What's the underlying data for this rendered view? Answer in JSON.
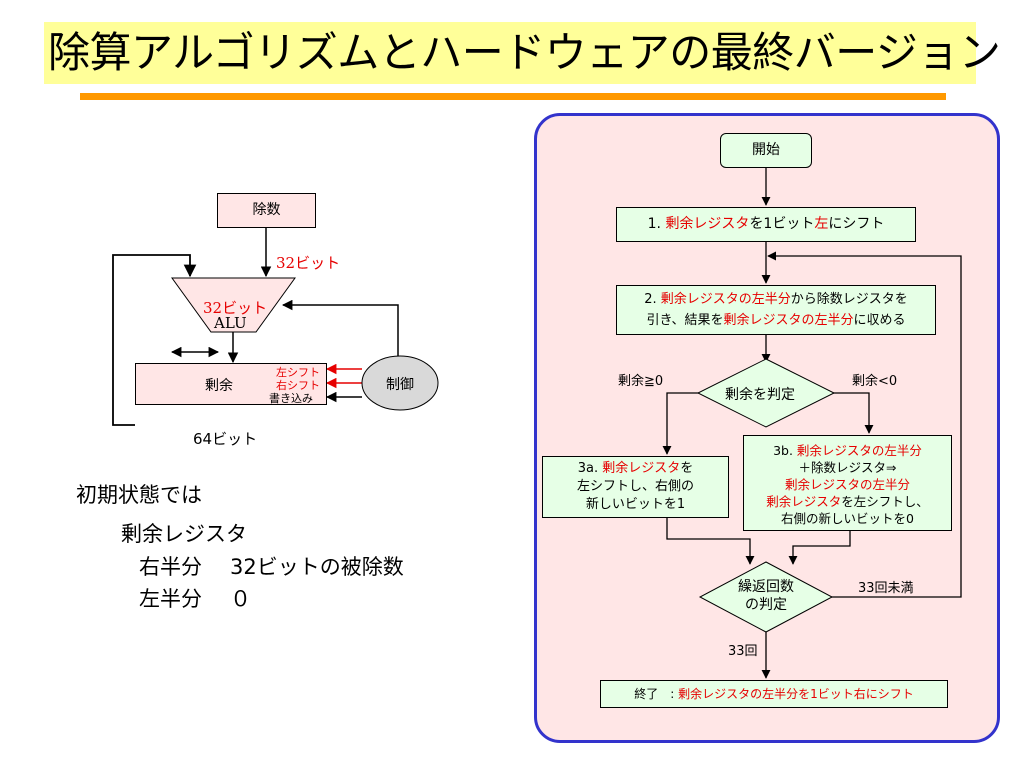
{
  "title": "除算アルゴリズムとハードウェアの最終バージョン",
  "hardware": {
    "divisor_label": "除数",
    "bus_32bit_label": "32ビット",
    "alu_width_label": "32ビット",
    "alu_label": "ALU",
    "remainder_label": "剰余",
    "shift_left_label": "左シフト",
    "shift_right_label": "右シフト",
    "write_label": "書き込み",
    "control_label": "制御",
    "width_64bit_label": "64ビット"
  },
  "initial_state": {
    "heading": "初期状態では",
    "register_label": "剰余レジスタ",
    "right_half_label": "右半分",
    "right_half_value": "32ビットの被除数",
    "left_half_label": "左半分",
    "left_half_value": "０"
  },
  "flowchart": {
    "start": "開始",
    "step1": {
      "num": "1. ",
      "reg": "剰余レジスタ",
      "mid": "を1ビット",
      "dir": "左",
      "tail": "にシフト"
    },
    "step2": {
      "num": "2. ",
      "reg1": "剰余レジスタの左半分",
      "mid1": "から除数レジスタを",
      "line2a": "引き、結果を",
      "reg2": "剰余レジスタの左半分",
      "tail": "に収める"
    },
    "judge": "剰余を判定",
    "cond_ge": "剰余≧0",
    "cond_lt": "剰余<0",
    "step3a": {
      "num": "3a. ",
      "reg": "剰余レジスタ",
      "suffix": "を",
      "line2": "左シフトし、右側の",
      "line3": "新しいビットを1"
    },
    "step3b": {
      "num": "3b. ",
      "reg1": "剰余レジスタの左半分",
      "line2": "＋除数レジスタ⇒",
      "reg2": "剰余レジスタの左半分",
      "reg3": "剰余レジスタ",
      "line4tail": "を左シフトし、",
      "line5": "右側の新しいビットを0"
    },
    "repeat_line1": "繰返回数",
    "repeat_line2": "の判定",
    "cond_lt33": "33回未満",
    "cond_33": "33回",
    "end": {
      "prefix": "終了　: ",
      "text": "剰余レジスタの左半分を1ビット右にシフト"
    }
  },
  "colors": {
    "title_bg": "#ffff99",
    "accent_line": "#ff9900",
    "panel_border": "#3333cc",
    "flow_box": "#e6ffe6",
    "hw_box": "#ffe6e6",
    "highlight": "#e60000"
  }
}
